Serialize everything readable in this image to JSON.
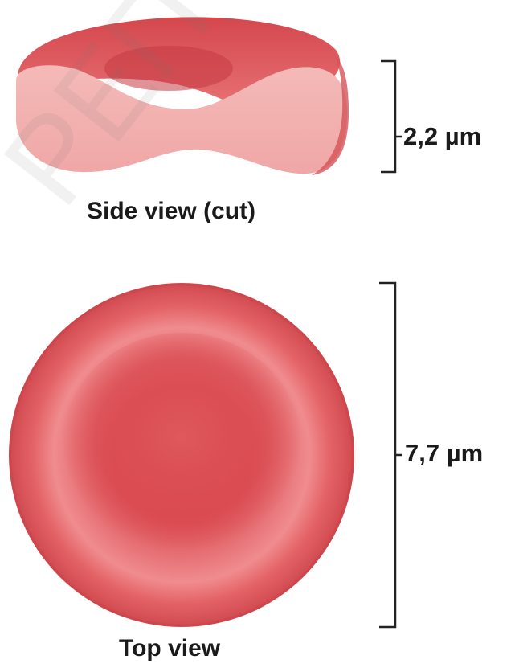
{
  "figure": {
    "side_view": {
      "caption": "Side view (cut)",
      "dimension_label": "2,2 µm"
    },
    "top_view": {
      "caption": "Top view",
      "dimension_label": "7,7 µm"
    }
  },
  "colors": {
    "cell_red": "#e05a5e",
    "cell_dark": "#c83c44",
    "cut_face": "#f2b2b0",
    "bracket": "#222222"
  }
}
